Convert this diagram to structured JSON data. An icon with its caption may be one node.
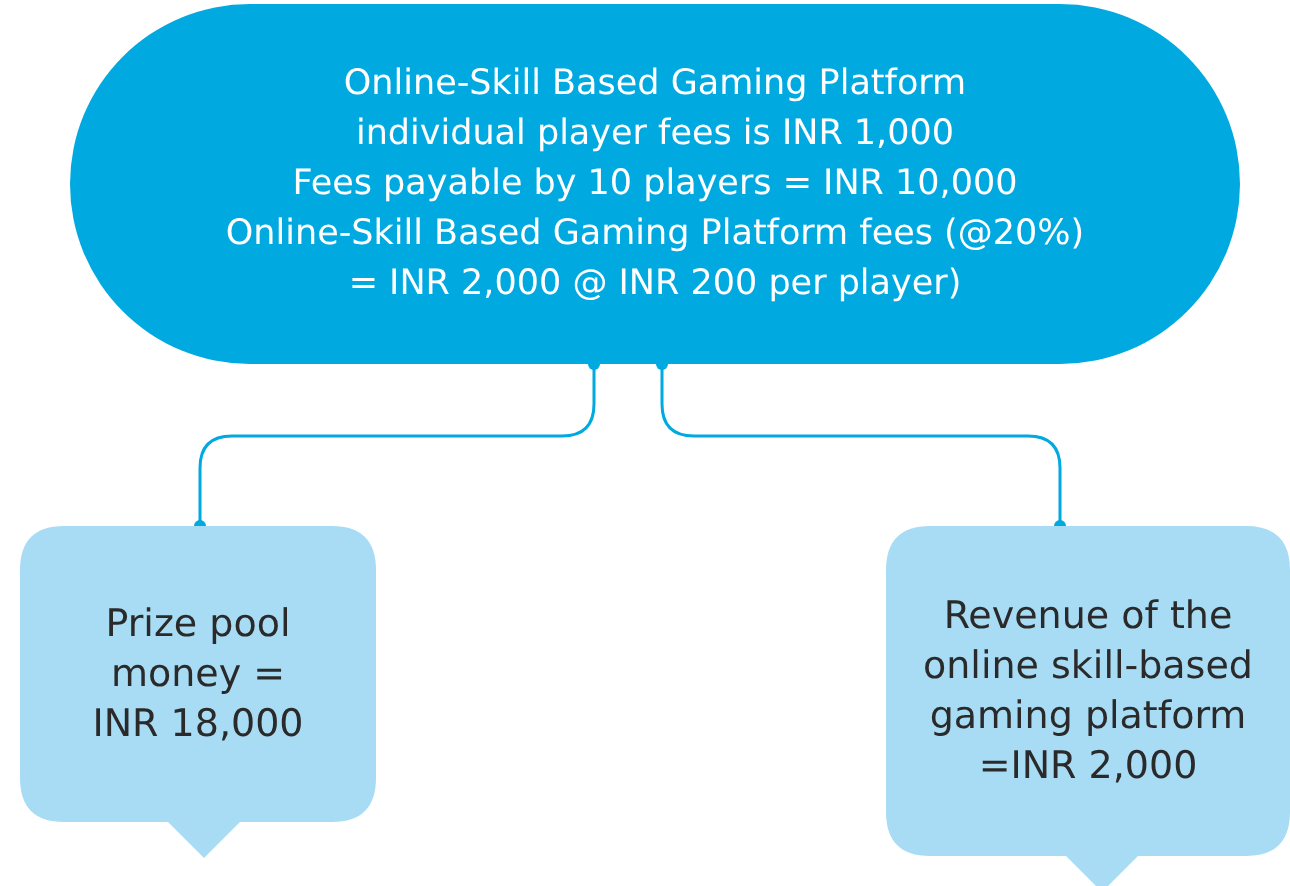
{
  "diagram": {
    "nodes": [
      {
        "text": [
          "Online-Skill Based Gaming Platform",
          "individual player fees is INR 1,000",
          "Fees payable by 10 players = INR 10,000",
          "Online-Skill Based Gaming Platform fees (@20%)",
          "= INR 2,000 @ INR 200 per player)"
        ]
      },
      {
        "text": [
          "Prize pool money = INR 18,000"
        ]
      },
      {
        "text": [
          "Revenue of the online skill-based gaming platform =INR 2,000"
        ]
      }
    ],
    "edges": [
      {
        "from": 0,
        "to": 1,
        "arrow": "other"
      },
      {
        "from": 0,
        "to": 2,
        "arrow": "other"
      }
    ]
  }
}
